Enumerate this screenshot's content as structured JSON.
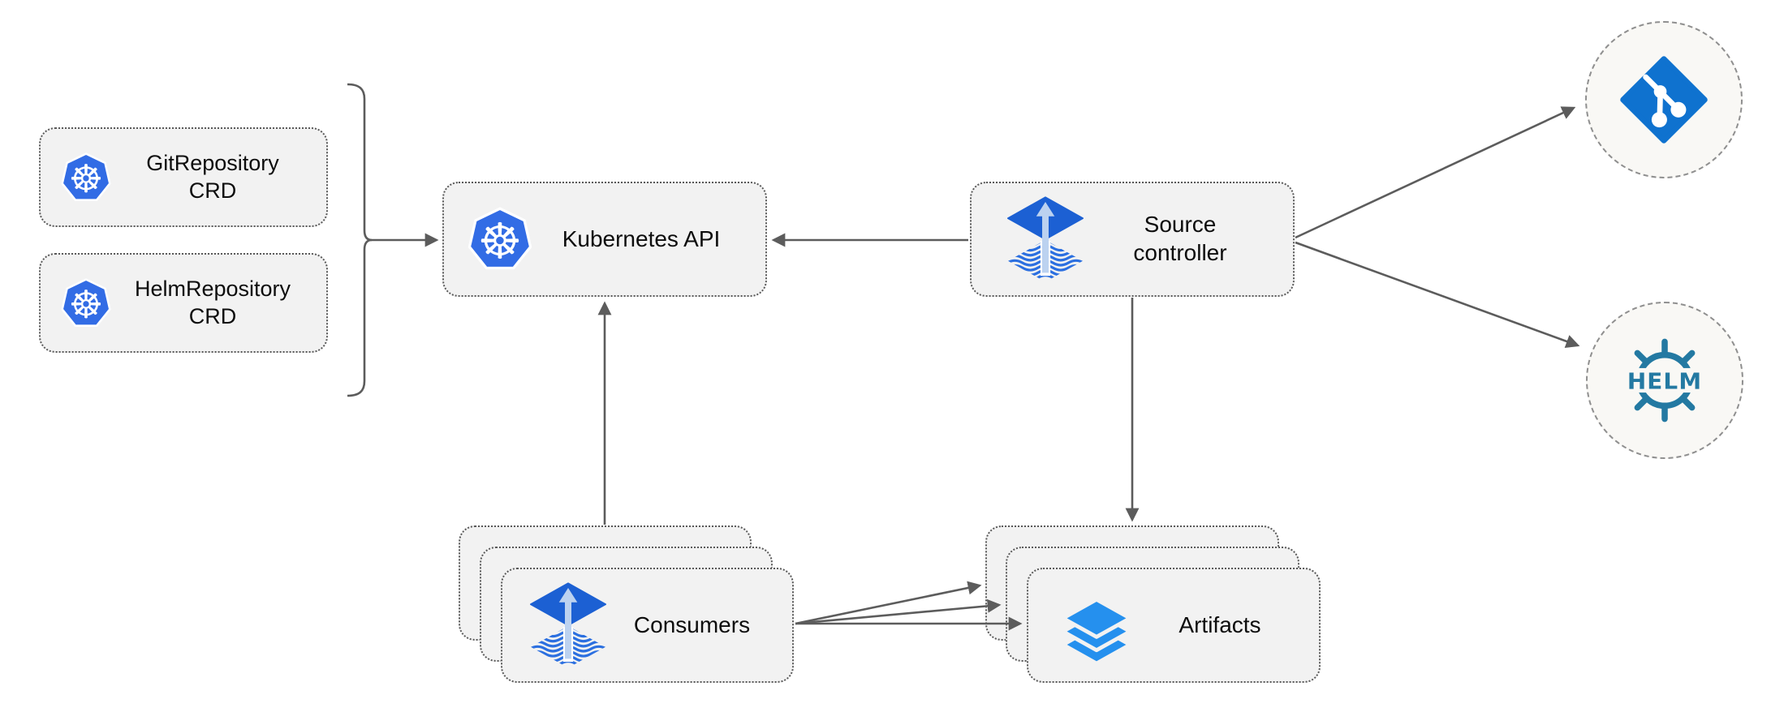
{
  "diagram": {
    "title": "Flux source-controller architecture diagram",
    "nodes": {
      "git_repository_crd": {
        "label": "GitRepository CRD",
        "icon": "kubernetes-logo-icon"
      },
      "helm_repository_crd": {
        "label": "HelmRepository CRD",
        "icon": "kubernetes-logo-icon"
      },
      "kubernetes_api": {
        "label": "Kubernetes API",
        "icon": "kubernetes-logo-icon"
      },
      "source_controller": {
        "label": "Source controller",
        "icon": "flux-source-controller-icon"
      },
      "consumers": {
        "label": "Consumers",
        "icon": "flux-source-controller-icon",
        "stacked": 3
      },
      "artifacts": {
        "label": "Artifacts",
        "icon": "layers-stack-icon",
        "stacked": 3
      },
      "git_endpoint": {
        "icon": "git-logo-icon"
      },
      "helm_endpoint": {
        "icon": "helm-logo-icon",
        "helm_text": "HELM"
      }
    },
    "edges": [
      {
        "from": "crd_group_brace",
        "to": "kubernetes_api"
      },
      {
        "from": "source_controller",
        "to": "kubernetes_api"
      },
      {
        "from": "consumers",
        "to": "kubernetes_api"
      },
      {
        "from": "source_controller",
        "to": "artifacts"
      },
      {
        "from": "consumers",
        "to": "artifacts",
        "count": 3
      },
      {
        "from": "source_controller",
        "to": "git_endpoint"
      },
      {
        "from": "source_controller",
        "to": "helm_endpoint"
      }
    ],
    "colors": {
      "box_fill": "#f2f2f2",
      "box_border": "#595959",
      "circle_fill": "#f9f8f5",
      "circle_border": "#8f8f8f",
      "arrow": "#5c5c5c",
      "kubernetes_blue": "#326ce5",
      "git_blue": "#0f72cf",
      "flux_diamond_blue": "#1c60d3",
      "flux_wave_blue": "#2b6fe0",
      "flux_arrow_light": "#bcd2f0",
      "helm_teal": "#2379a2",
      "layers_blue": "#2590ee",
      "text": "#0d0d0d"
    }
  }
}
